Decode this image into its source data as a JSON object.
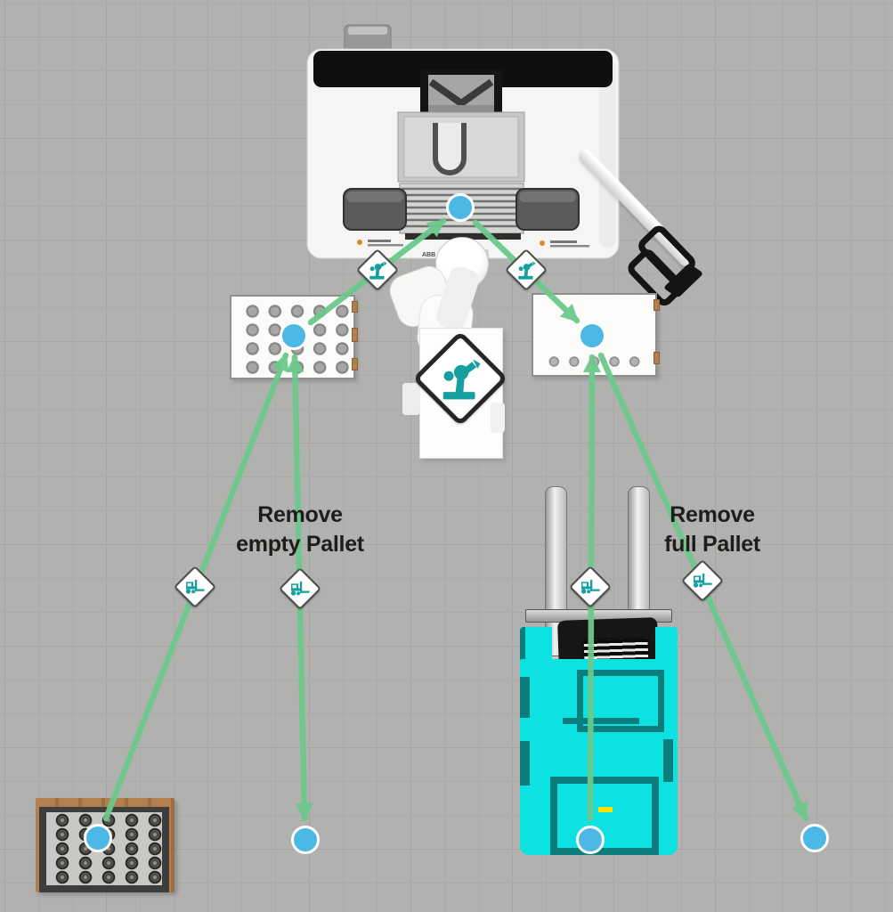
{
  "scene": {
    "colors": {
      "bg": "#b1b1af",
      "grid": "#a5a5a3",
      "green": "#6cc98b",
      "blue": "#4cb8e6",
      "teal": "#169f9f",
      "cyan": "#0de2e2",
      "cyan-dark": "#0c7d7d",
      "orange": "#e0872b",
      "wood": "#b2804e",
      "label": "#1d1d1b"
    }
  },
  "labels": {
    "remove_empty": {
      "line1": "Remove",
      "line2": "empty Pallet"
    },
    "remove_full": {
      "line1": "Remove",
      "line2": "full Pallet"
    }
  },
  "machine": {
    "brand": "ABB"
  },
  "icons": {
    "robot_step": "robot-arm-icon",
    "transport_step": "forklift-icon",
    "waypoint": "waypoint-node"
  }
}
